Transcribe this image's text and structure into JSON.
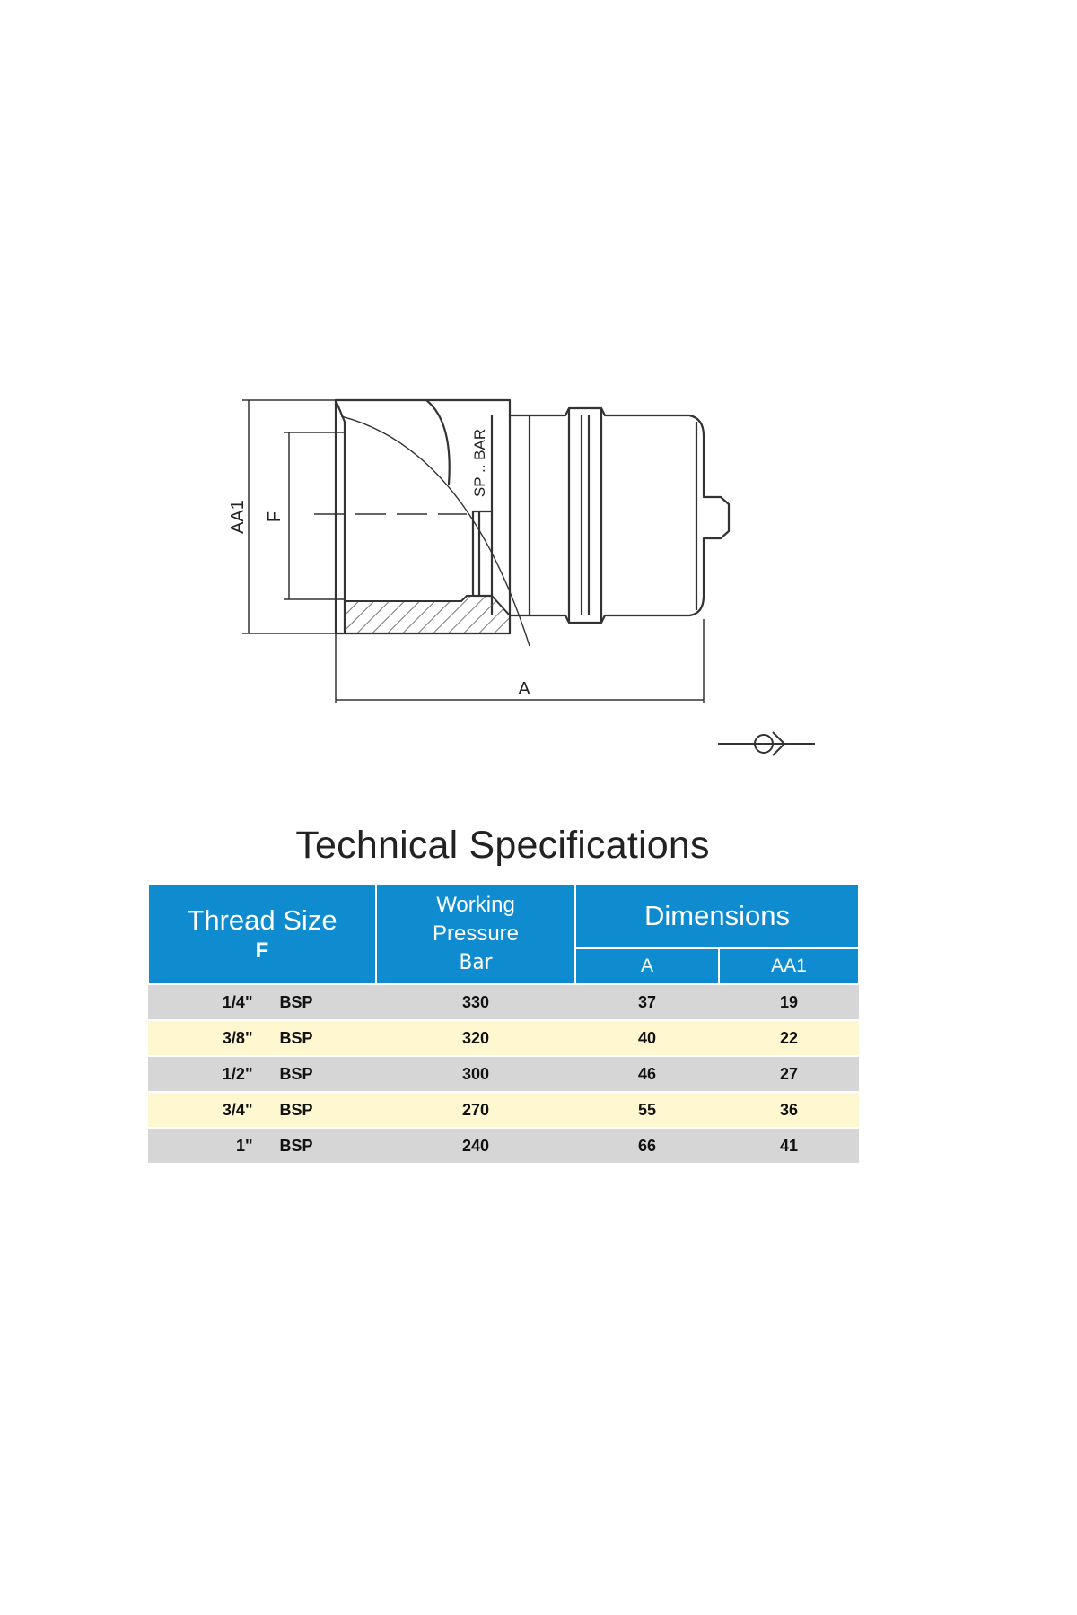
{
  "drawing": {
    "labels": {
      "aa1": "AA1",
      "f": "F",
      "a": "A",
      "marking": "SP .. BAR"
    }
  },
  "specs": {
    "title": "Technical Specifications",
    "headers": {
      "thread_size": "Thread Size",
      "thread_symbol": "F",
      "working": "Working",
      "pressure": "Pressure",
      "bar": "Bar",
      "dimensions": "Dimensions",
      "a": "A",
      "aa1": "AA1"
    },
    "rows": [
      {
        "size": "1/4\"",
        "standard": "BSP",
        "pressure": "330",
        "a": "37",
        "aa1": "19"
      },
      {
        "size": "3/8\"",
        "standard": "BSP",
        "pressure": "320",
        "a": "40",
        "aa1": "22"
      },
      {
        "size": "1/2\"",
        "standard": "BSP",
        "pressure": "300",
        "a": "46",
        "aa1": "27"
      },
      {
        "size": "3/4\"",
        "standard": "BSP",
        "pressure": "270",
        "a": "55",
        "aa1": "36"
      },
      {
        "size": "1\"",
        "standard": "BSP",
        "pressure": "240",
        "a": "66",
        "aa1": "41"
      }
    ]
  },
  "colors": {
    "header_blue": "#0e8ccf",
    "row_grey": "#d6d6d6",
    "row_cream": "#fff7cf"
  }
}
